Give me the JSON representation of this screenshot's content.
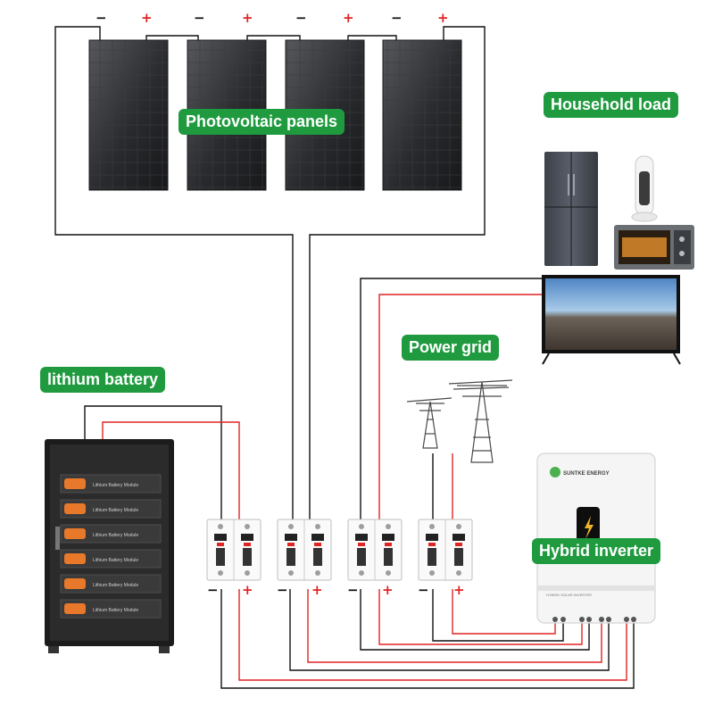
{
  "labels": {
    "pv_panels": "Photovoltaic panels",
    "household_load": "Household load",
    "power_grid": "Power grid",
    "lithium_battery": "lithium battery",
    "hybrid_inverter": "Hybrid inverter"
  },
  "polarity": {
    "negative": "−",
    "positive": "+"
  },
  "device_text": {
    "battery_module": "Lithium Battery Module",
    "inverter_brand": "SUNTKE ENERGY",
    "inverter_model": "HYBRID SOLAR INVERTER"
  },
  "colors": {
    "label_green": "#1f9a3f",
    "positive_wire": "#e02424",
    "negative_wire": "#111111",
    "battery_orange": "#e8782a"
  }
}
